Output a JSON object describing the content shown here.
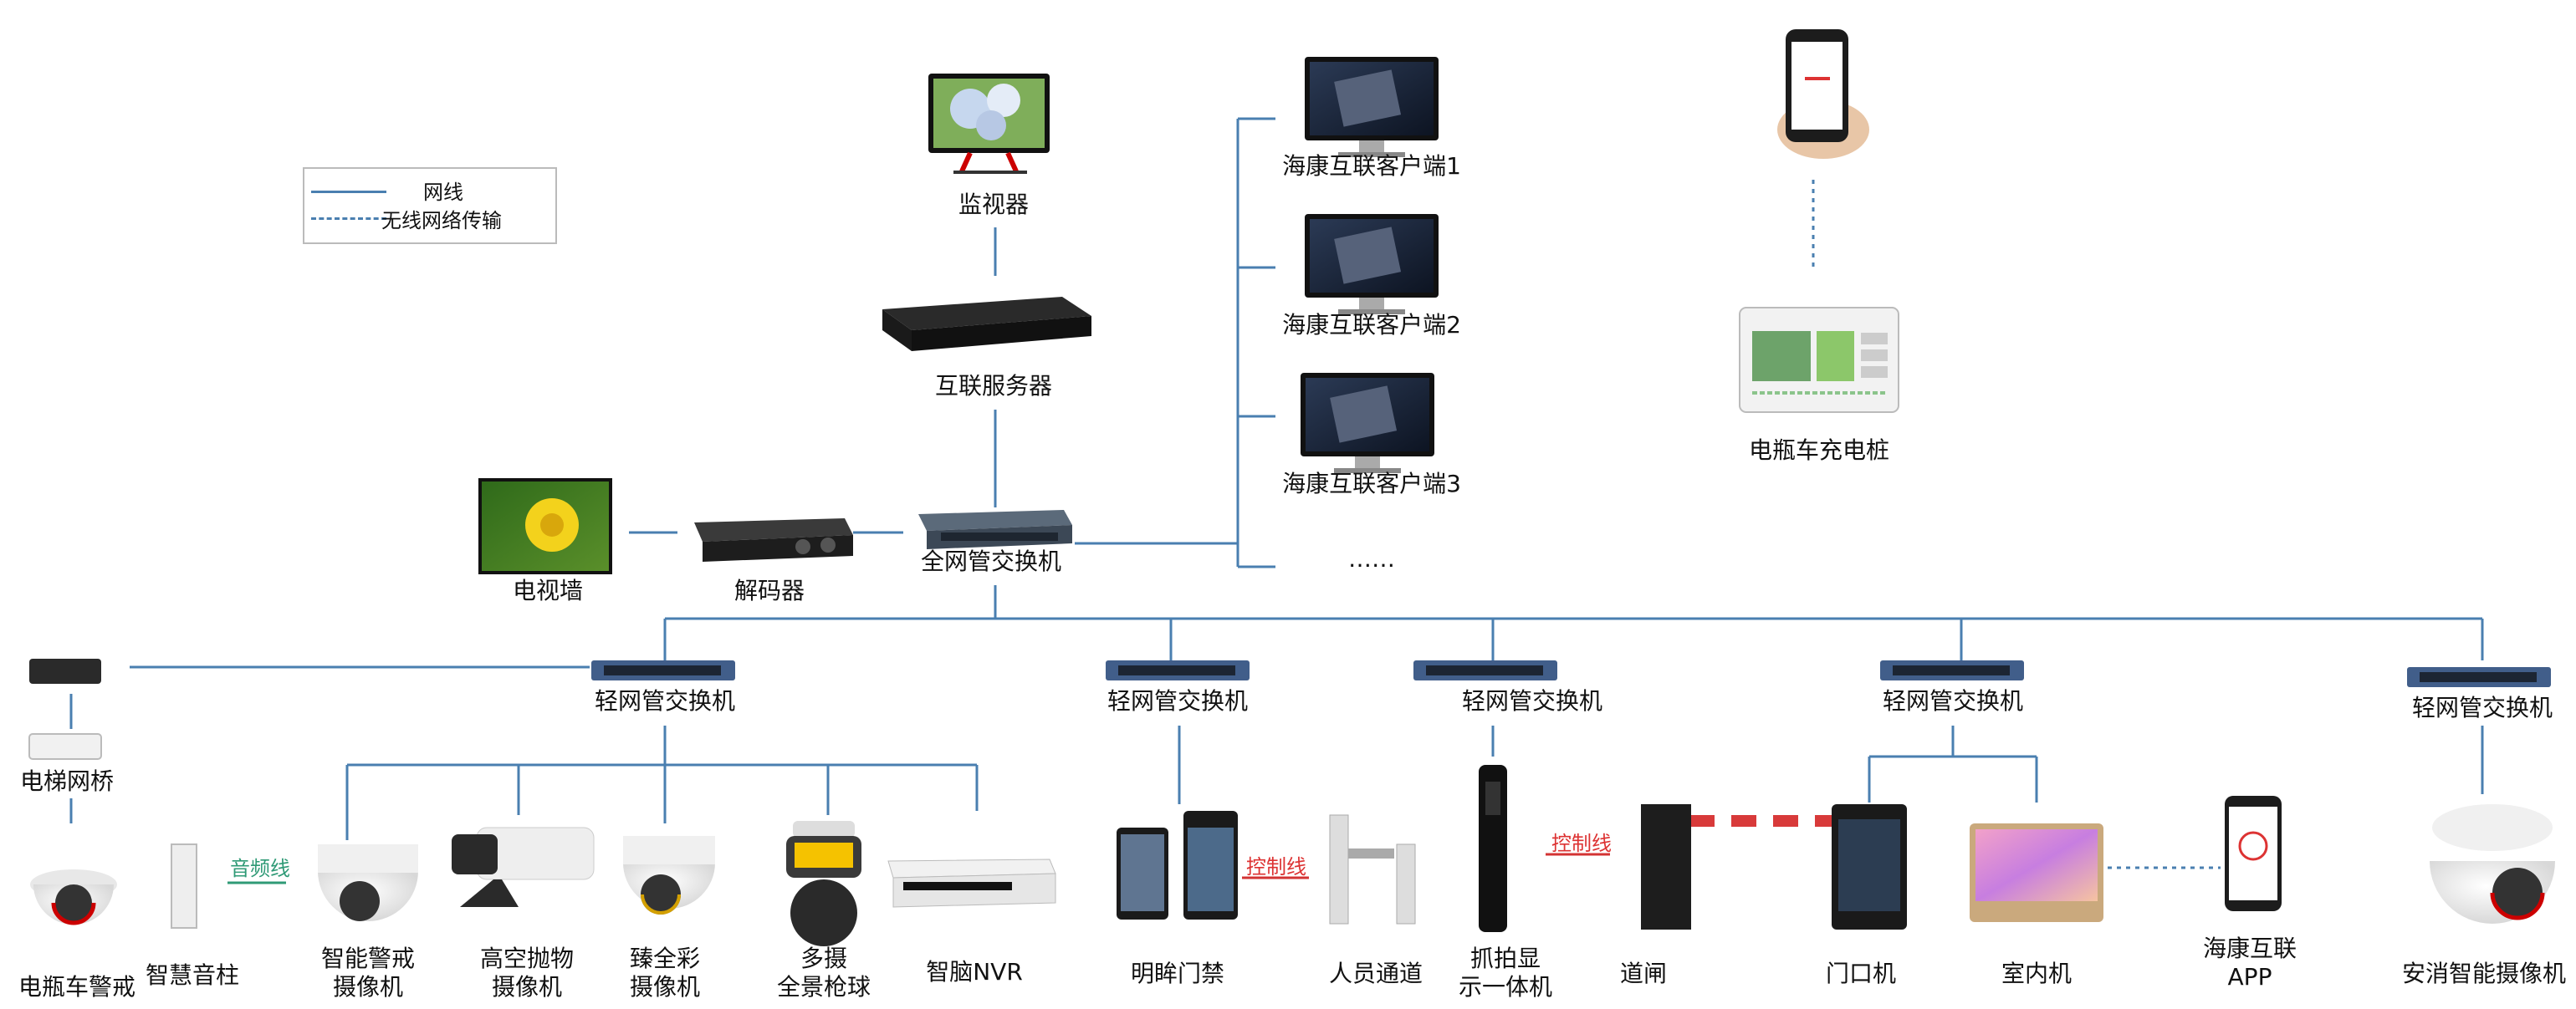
{
  "legend": {
    "wired": "网线",
    "wireless": "无线网络传输"
  },
  "labels": {
    "monitor": "监视器",
    "server": "互联服务器",
    "client1": "海康互联客户端1",
    "client2": "海康互联客户端2",
    "client3": "海康互联客户端3",
    "ellipsis": "……",
    "charger": "电瓶车充电桩",
    "tv_wall": "电视墙",
    "decoder": "解码器",
    "core_switch": "全网管交换机",
    "switch": "轻网管交换机",
    "bridge": "电梯网桥",
    "ebike_cam": "电瓶车警戒",
    "speaker": "智慧音柱",
    "audio_line": "音频线",
    "smart_cam_1": "智能警戒",
    "smart_cam_2": "摄像机",
    "highthrow_1": "高空抛物",
    "highthrow_2": "摄像机",
    "color_1": "臻全彩",
    "color_2": "摄像机",
    "ptz_1": "多摄",
    "ptz_2": "全景枪球",
    "nvr": "智脑NVR",
    "access": "明眸门禁",
    "control_line": "控制线",
    "turnstile": "人员通道",
    "capture_1": "抓拍显",
    "capture_2": "示一体机",
    "barrier": "道闸",
    "door_station": "门口机",
    "indoor": "室内机",
    "app_1": "海康互联",
    "app_2": "APP",
    "fire_cam": "安消智能摄像机"
  },
  "colors": {
    "wire": "#4a7fb0",
    "wireless": "#4a7fb0",
    "audio": "#2f9a76",
    "control": "#d33333"
  }
}
